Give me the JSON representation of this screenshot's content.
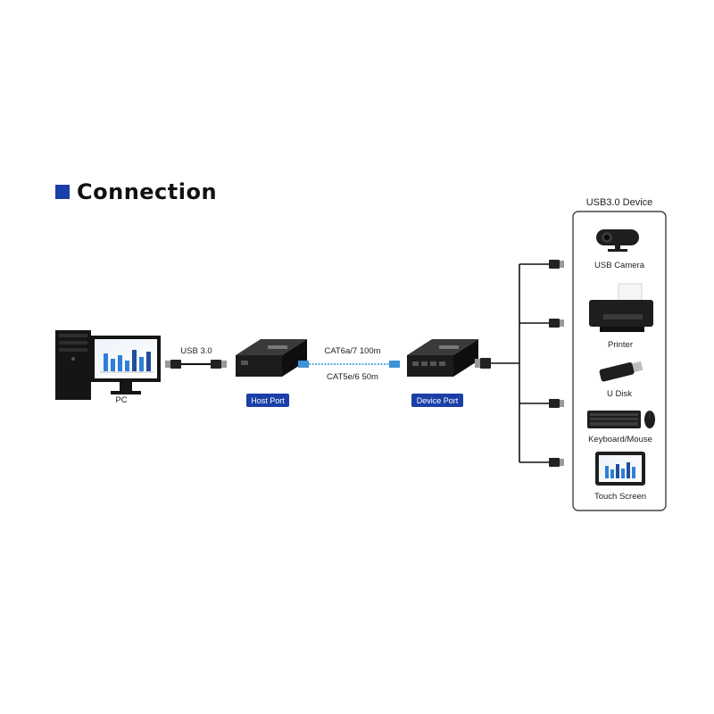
{
  "title": "Connection",
  "pc": {
    "label": "PC"
  },
  "links": {
    "usb": "USB 3.0",
    "cable_top": "CAT6a/7 100m",
    "cable_bottom": "CAT5e/6 50m"
  },
  "host": {
    "badge": "Host Port"
  },
  "device": {
    "badge": "Device Port"
  },
  "panel": {
    "title": "USB3.0 Device",
    "items": [
      {
        "label": "USB Camera",
        "icon": "webcam-icon"
      },
      {
        "label": "Printer",
        "icon": "printer-icon"
      },
      {
        "label": "U Disk",
        "icon": "usb-drive-icon"
      },
      {
        "label": "Keyboard/Mouse",
        "icon": "keyboard-mouse-icon"
      },
      {
        "label": "Touch Screen",
        "icon": "tablet-icon"
      }
    ]
  },
  "colors": {
    "accent": "#1a3fa8",
    "cable": "#5aaee6",
    "device_body": "#1c1c1c",
    "panel_border": "#444444"
  }
}
